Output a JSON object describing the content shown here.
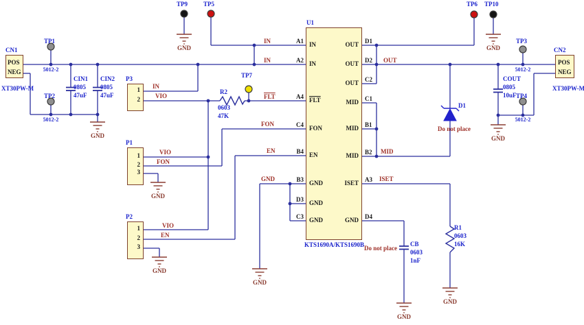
{
  "schematic": {
    "ic": {
      "designator": "U1",
      "part": "KTS1690A/KTS1690B",
      "pins_left": [
        {
          "des": "A1",
          "name": "IN"
        },
        {
          "des": "A2",
          "name": "IN"
        },
        {
          "des": "A4",
          "name": "FLT"
        },
        {
          "des": "C4",
          "name": "FON"
        },
        {
          "des": "B4",
          "name": "EN"
        },
        {
          "des": "B3",
          "name": "GND"
        },
        {
          "des": "D3",
          "name": "GND"
        },
        {
          "des": "C3",
          "name": "GND"
        }
      ],
      "pins_right": [
        {
          "des": "D1",
          "name": "OUT"
        },
        {
          "des": "D2",
          "name": "OUT"
        },
        {
          "des": "C2",
          "name": "OUT"
        },
        {
          "des": "C1",
          "name": "MID"
        },
        {
          "des": "B1",
          "name": "MID"
        },
        {
          "des": "B2",
          "name": "MID"
        },
        {
          "des": "A3",
          "name": "ISET"
        },
        {
          "des": "D4",
          "name": "GND"
        }
      ]
    },
    "connectors": {
      "cn1": {
        "designator": "CN1",
        "part": "XT30PW-M",
        "pos": "POS",
        "neg": "NEG"
      },
      "cn2": {
        "designator": "CN2",
        "part": "XT30PW-M",
        "pos": "POS",
        "neg": "NEG"
      }
    },
    "headers": {
      "p1": {
        "designator": "P1",
        "pins": [
          "1",
          "2",
          "3"
        ]
      },
      "p2": {
        "designator": "P2",
        "pins": [
          "1",
          "2",
          "3"
        ]
      },
      "p3": {
        "designator": "P3",
        "pins": [
          "1",
          "2"
        ]
      }
    },
    "capacitors": {
      "cin1": {
        "designator": "CIN1",
        "footprint": "0805",
        "value": "47uF"
      },
      "cin2": {
        "designator": "CIN2",
        "footprint": "0805",
        "value": "47uF"
      },
      "cout": {
        "designator": "COUT",
        "footprint": "0805",
        "value": "10uF"
      },
      "cb": {
        "designator": "CB",
        "footprint": "0603",
        "value": "1nF"
      }
    },
    "resistors": {
      "r1": {
        "designator": "R1",
        "footprint": "0603",
        "value": "16K"
      },
      "r2": {
        "designator": "R2",
        "footprint": "0603",
        "value": "47K"
      }
    },
    "diode": {
      "designator": "D1"
    },
    "notes": {
      "do_not_place": "Do not place"
    },
    "testpoints": {
      "tp1": {
        "label": "TP1",
        "footprint": "5012-2",
        "color": "#8f8f8f"
      },
      "tp2": {
        "label": "TP2",
        "footprint": "5012-2",
        "color": "#8f8f8f"
      },
      "tp3": {
        "label": "TP3",
        "footprint": "5012-2",
        "color": "#8f8f8f"
      },
      "tp4": {
        "label": "TP4",
        "footprint": "5012-2",
        "color": "#8f8f8f"
      },
      "tp5": {
        "label": "TP5",
        "color": "#cc1111"
      },
      "tp6": {
        "label": "TP6",
        "color": "#cc1111"
      },
      "tp7": {
        "label": "TP7",
        "color": "#f0e000"
      },
      "tp9": {
        "label": "TP9",
        "color": "#151515"
      },
      "tp10": {
        "label": "TP10",
        "color": "#151515"
      }
    },
    "nets": {
      "in": "IN",
      "vio": "VIO",
      "fon": "FON",
      "en": "EN",
      "gnd": "GND",
      "out": "OUT",
      "mid": "MID",
      "iset": "ISET",
      "flt": "FLT"
    },
    "colors": {
      "wire": "#2b2f9e",
      "designator_text": "#1c24cc",
      "net_label_text": "#9e3028",
      "gnd_symbol": "#8a3c30",
      "component_fill": "#fdf9c9",
      "component_border": "#7d3f2a",
      "tp_gray": "#8f8f8f",
      "tp_red": "#cc1111",
      "tp_yellow": "#f0e000",
      "tp_black": "#151515"
    }
  }
}
